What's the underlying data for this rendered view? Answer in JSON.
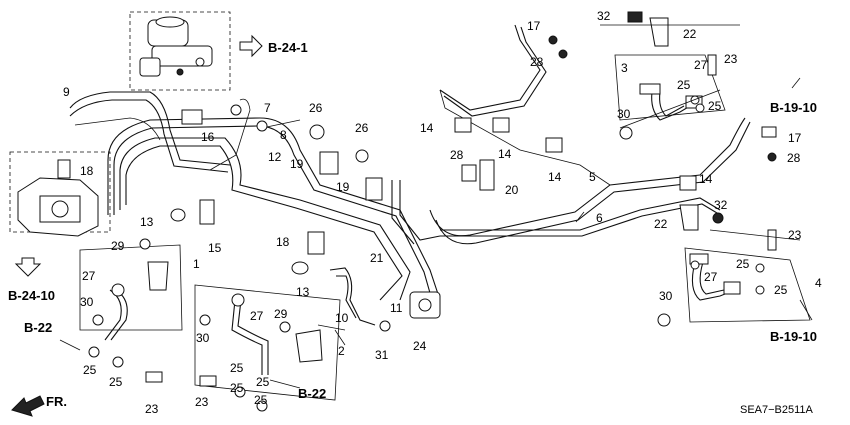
{
  "labels": {
    "n1": "1",
    "n2": "2",
    "n3": "3",
    "n4": "4",
    "n5": "5",
    "n6": "6",
    "n7": "7",
    "n8": "8",
    "n9": "9",
    "n10": "10",
    "n11": "11",
    "n12": "12",
    "n13a": "13",
    "n13b": "13",
    "n14a": "14",
    "n14b": "14",
    "n14c": "14",
    "n14d": "14",
    "n15": "15",
    "n16": "16",
    "n17a": "17",
    "n17b": "17",
    "n18a": "18",
    "n18b": "18",
    "n19a": "19",
    "n19b": "19",
    "n20": "20",
    "n21": "21",
    "n22a": "22",
    "n22b": "22",
    "n23a": "23",
    "n23b": "23",
    "n23c": "23",
    "n23d": "23",
    "n24": "24",
    "n25a": "25",
    "n25b": "25",
    "n25c": "25",
    "n25d": "25",
    "n25e": "25",
    "n25f": "25",
    "n25g": "25",
    "n25h": "25",
    "n25i": "25",
    "n25j": "25",
    "n26a": "26",
    "n26b": "26",
    "n27a": "27",
    "n27b": "27",
    "n27c": "27",
    "n27d": "27",
    "n28a": "28",
    "n28b": "28",
    "n28c": "28",
    "n29a": "29",
    "n29b": "29",
    "n30a": "30",
    "n30b": "30",
    "n30c": "30",
    "n30d": "30",
    "n31": "31",
    "n32a": "32",
    "n32b": "32"
  },
  "references": {
    "b24_1": "B-24-1",
    "b19_10a": "B-19-10",
    "b19_10b": "B-19-10",
    "b24_10": "B-24-10",
    "b22a": "B-22",
    "b22b": "B-22"
  },
  "direction_label": "FR.",
  "diagram_code": "SEA7−B2511A"
}
